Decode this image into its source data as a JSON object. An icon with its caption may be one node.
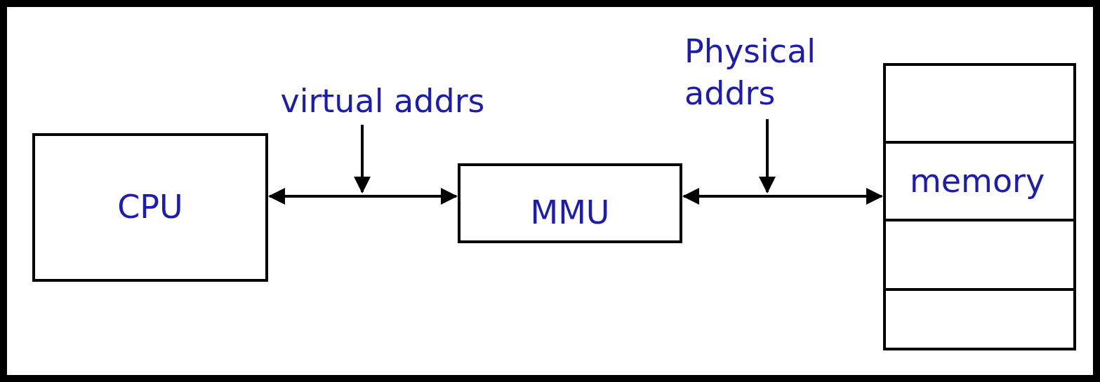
{
  "diagram": {
    "nodes": [
      {
        "text": [
          "CPU"
        ]
      },
      {
        "text": [
          "virtual addrs"
        ]
      },
      {
        "text": [
          "MMU"
        ]
      },
      {
        "text": [
          "Physical addrs"
        ]
      },
      {
        "text": [],
        "shape": "box"
      },
      {
        "text": [
          "memory"
        ]
      },
      {
        "text": [],
        "shape": "box"
      },
      {
        "text": [],
        "shape": "box"
      }
    ],
    "edges": [
      {
        "from": 0,
        "to": 2,
        "arrow": "both"
      },
      {
        "from": 2,
        "to": 5,
        "arrow": "both"
      },
      {
        "from": 1,
        "to": null,
        "arrow": "to"
      },
      {
        "from": 3,
        "to": null,
        "arrow": "to"
      }
    ]
  }
}
